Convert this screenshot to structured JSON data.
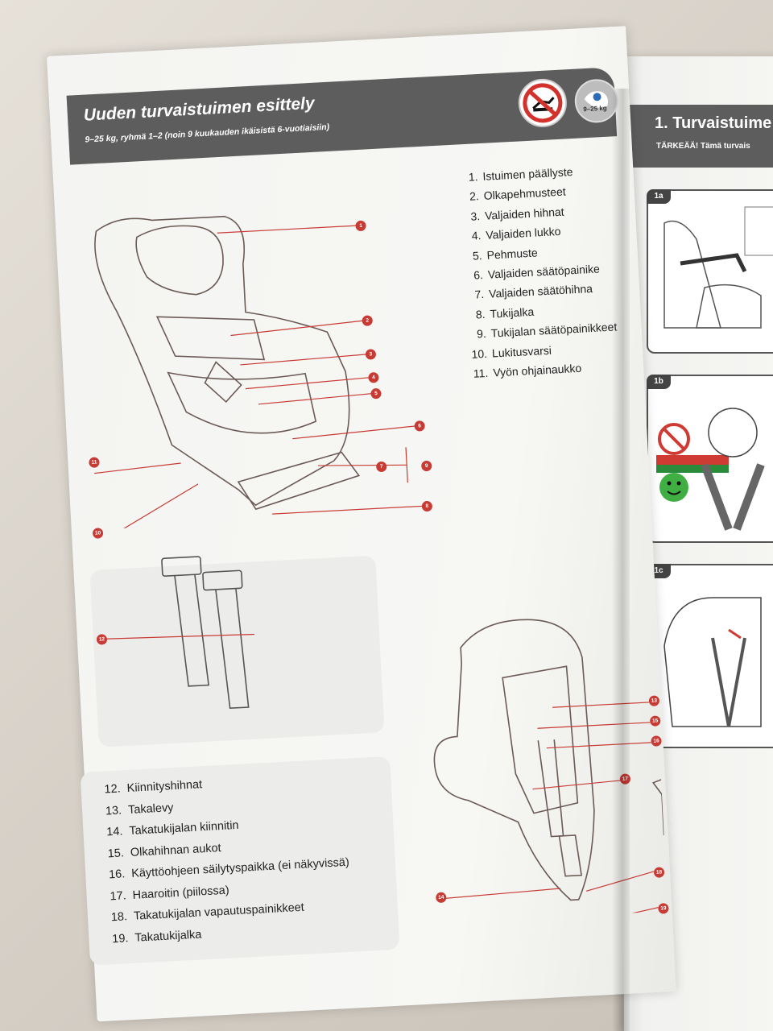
{
  "left_page": {
    "title": "Uuden turvaistuimen esittely",
    "subtitle": "9–25 kg, ryhmä 1–2 (noin 9 kuukauden ikäisistä 6-vuotiaisiin)",
    "weight_badge": "9–25 kg",
    "legend_top": [
      {
        "num": "1.",
        "text": "Istuimen päällyste"
      },
      {
        "num": "2.",
        "text": "Olkapehmusteet"
      },
      {
        "num": "3.",
        "text": "Valjaiden hihnat"
      },
      {
        "num": "4.",
        "text": "Valjaiden lukko"
      },
      {
        "num": "5.",
        "text": "Pehmuste"
      },
      {
        "num": "6.",
        "text": "Valjaiden säätöpainike"
      },
      {
        "num": "7.",
        "text": "Valjaiden säätöhihna"
      },
      {
        "num": "8.",
        "text": "Tukijalka"
      },
      {
        "num": "9.",
        "text": "Tukijalan säätöpainikkeet"
      },
      {
        "num": "10.",
        "text": "Lukitusvarsi"
      },
      {
        "num": "11.",
        "text": "Vyön ohjainaukko"
      }
    ],
    "legend_bottom": [
      {
        "num": "12.",
        "text": "Kiinnityshihnat"
      },
      {
        "num": "13.",
        "text": "Takalevy"
      },
      {
        "num": "14.",
        "text": "Takatukijalan kiinnitin"
      },
      {
        "num": "15.",
        "text": "Olkahihnan aukot"
      },
      {
        "num": "16.",
        "text": "Käyttöohjeen säilytyspaikka (ei näkyvissä)"
      },
      {
        "num": "17.",
        "text": "Haaroitin (piilossa)"
      },
      {
        "num": "18.",
        "text": "Takatukijalan vapautuspainikkeet"
      },
      {
        "num": "19.",
        "text": "Takatukijalka"
      }
    ],
    "callouts_seat": [
      "1",
      "2",
      "3",
      "4",
      "5",
      "6",
      "7",
      "8",
      "9",
      "10",
      "11"
    ],
    "callouts_strap": [
      "12"
    ],
    "callouts_back": [
      "13",
      "15",
      "16",
      "17",
      "14",
      "18",
      "19"
    ]
  },
  "right_page": {
    "title": "1. Turvaistuime",
    "subtitle": "TÄRKEÄÄ! Tämä turvais",
    "panels": [
      "1a",
      "1b",
      "1c"
    ]
  },
  "colors": {
    "banner": "#5d5d5d",
    "callout_red": "#c83b34",
    "panel_grey": "#ececea"
  }
}
